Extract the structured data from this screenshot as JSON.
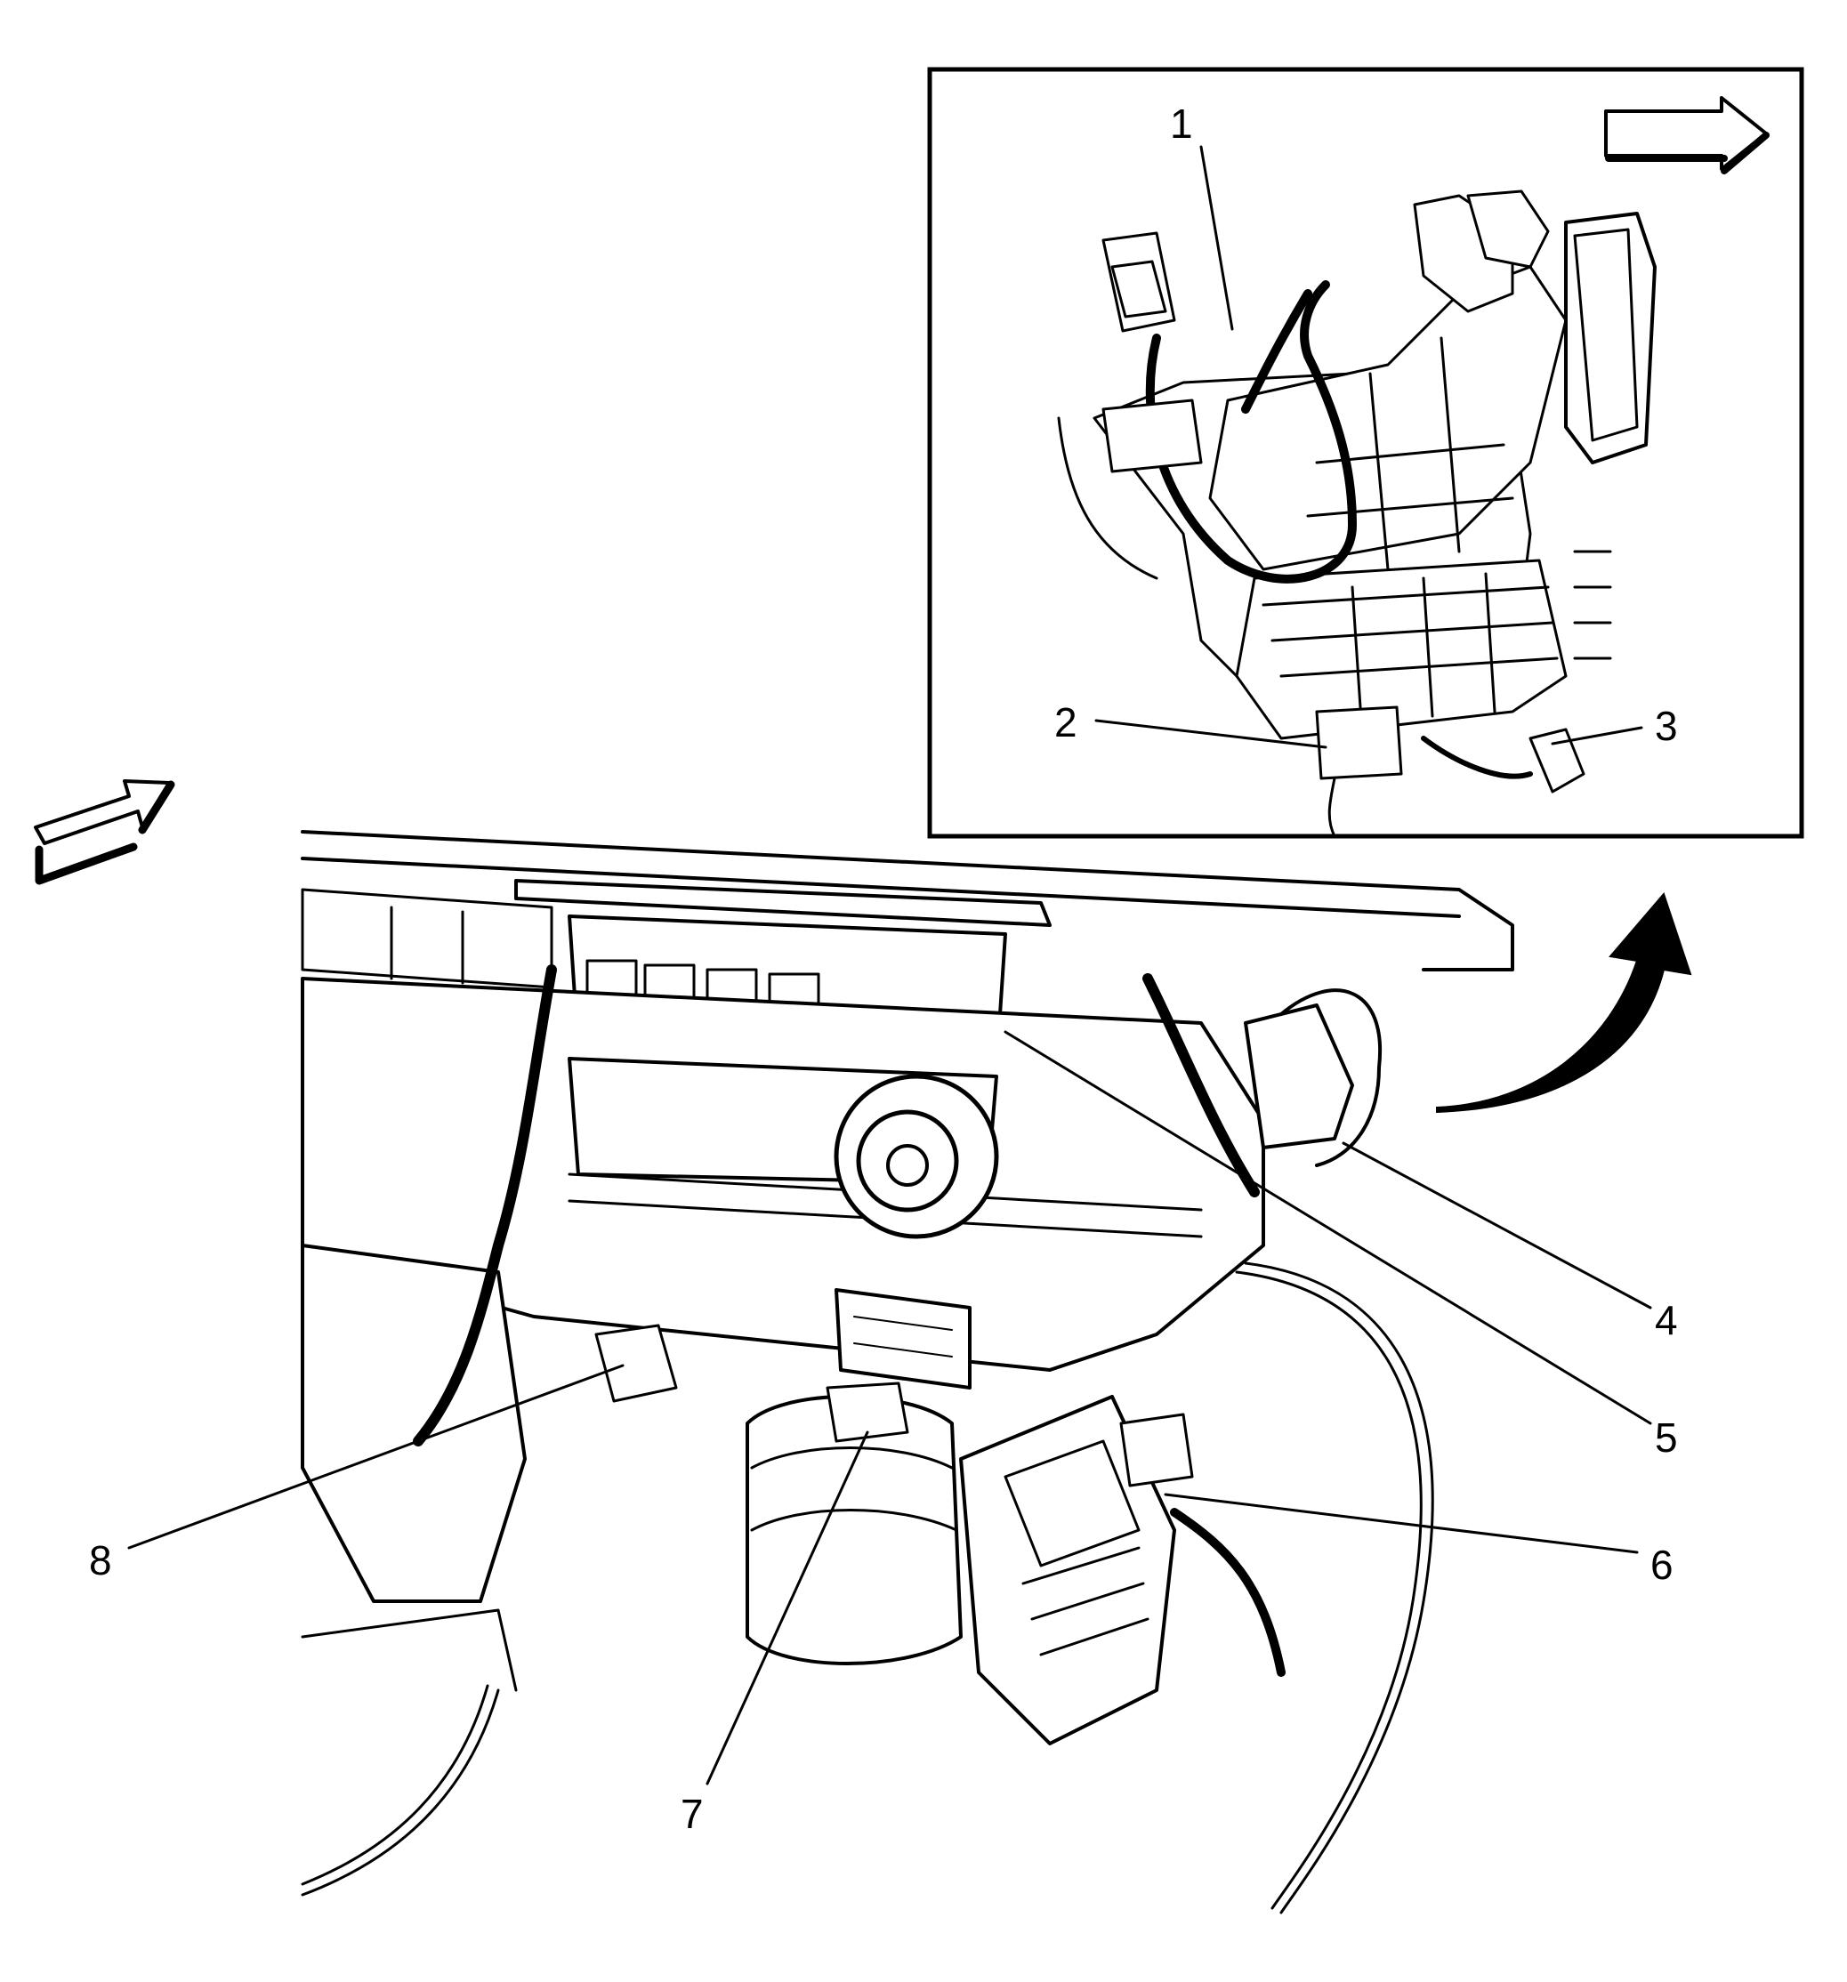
{
  "diagram": {
    "callouts": [
      {
        "id": "c1",
        "label": "1"
      },
      {
        "id": "c2",
        "label": "2"
      },
      {
        "id": "c3",
        "label": "3"
      },
      {
        "id": "c4",
        "label": "4"
      },
      {
        "id": "c5",
        "label": "5"
      },
      {
        "id": "c6",
        "label": "6"
      },
      {
        "id": "c7",
        "label": "7"
      },
      {
        "id": "c8",
        "label": "8"
      }
    ],
    "arrows": [
      {
        "id": "inset-direction",
        "icon": "right-arrow-icon"
      },
      {
        "id": "main-direction",
        "icon": "right-arrow-icon"
      },
      {
        "id": "rotation",
        "icon": "curved-arrow-icon"
      }
    ]
  }
}
